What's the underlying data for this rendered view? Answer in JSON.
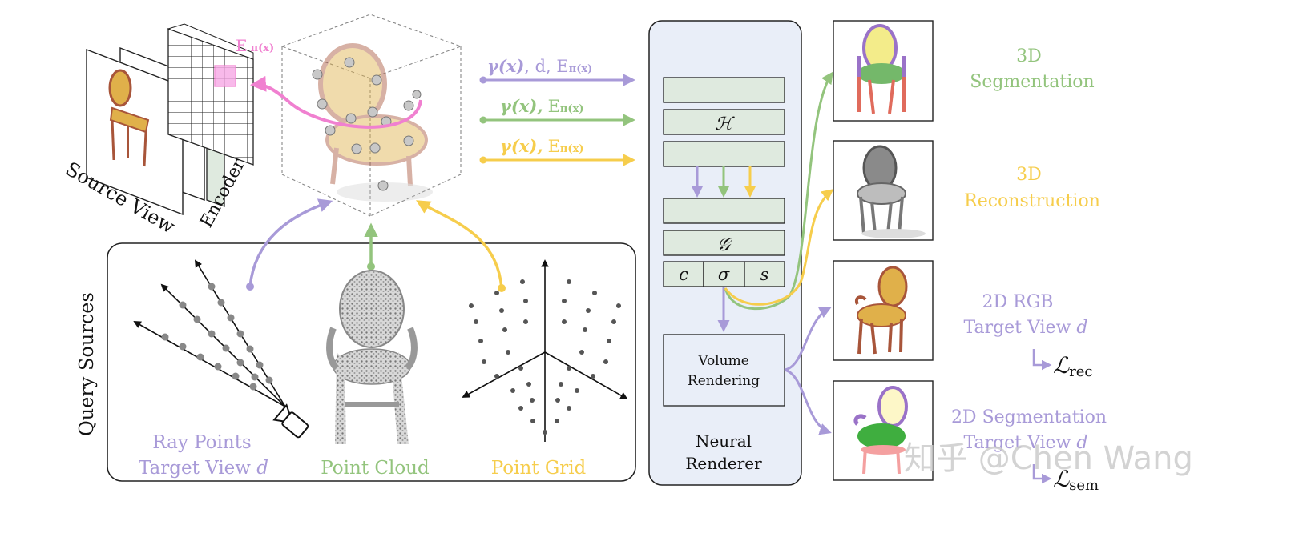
{
  "colors": {
    "purple": "#a89ad8",
    "green": "#93c47d",
    "yellow": "#f6cd4c",
    "pink": "#f080d0",
    "layer_fill": "#dfeadf",
    "renderer_fill": "#e9eef8",
    "chair_gold": "#e0b04a",
    "chair_wood": "#a8553a"
  },
  "source": {
    "source_view": "Source View",
    "encoder": "Encoder",
    "feature": "E",
    "feature_sub": "π(x)"
  },
  "arrows": {
    "purple": {
      "gamma": "γ(x)",
      "d": ", d, ",
      "E": "E",
      "sub": "π(x)"
    },
    "green": {
      "gamma": "γ(x),",
      "E": "E",
      "sub": "π(x)"
    },
    "yellow": {
      "gamma": "γ(x),",
      "E": "E",
      "sub": "π(x)"
    }
  },
  "renderer": {
    "H": "ℋ",
    "G": "𝒢",
    "c": "c",
    "sigma": "σ",
    "s": "s",
    "volume1": "Volume",
    "volume2": "Rendering",
    "label1": "Neural",
    "label2": "Renderer"
  },
  "query": {
    "title": "Query Sources",
    "ray1": "Ray Points",
    "ray2": "Target View",
    "ray_d": "d",
    "cloud": "Point Cloud",
    "grid": "Point Grid"
  },
  "outputs": {
    "seg3d_1": "3D",
    "seg3d_2": "Segmentation",
    "rec3d_1": "3D",
    "rec3d_2": "Reconstruction",
    "rgb_1": "2D RGB",
    "rgb_2": "Target View",
    "rgb_d": "d",
    "loss_rec": "ℒ",
    "loss_rec_sub": "rec",
    "seg2d_1": "2D Segmentation",
    "seg2d_2": "Target View",
    "seg2d_d": "d",
    "loss_sem": "ℒ",
    "loss_sem_sub": "sem"
  },
  "watermark": "知乎 @Chen Wang"
}
